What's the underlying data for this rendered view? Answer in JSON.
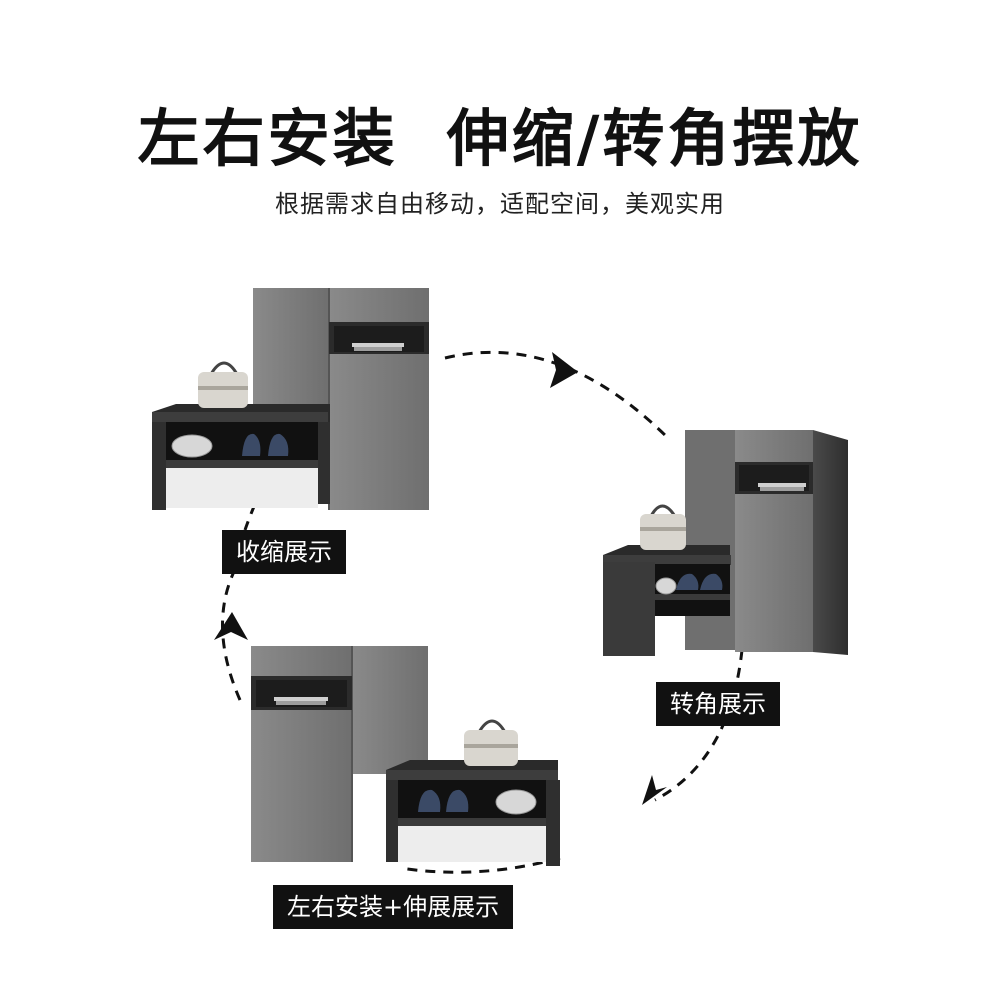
{
  "heading": {
    "title": "左右安装  伸缩/转角摆放",
    "subtitle": "根据需求自由移动，适配空间，美观实用"
  },
  "labels": {
    "retracted": "收缩展示",
    "corner": "转角展示",
    "extended": "左右安装+伸展展示"
  },
  "colors": {
    "cabinet_gray": "#7d7d7d",
    "frame_dark": "#3a3a3a",
    "label_bg": "#111111",
    "arrow": "#111111"
  },
  "icons": [
    "handbag-icon",
    "shoes-icon",
    "cushion-icon",
    "books-icon",
    "cycle-arrow-icon"
  ]
}
